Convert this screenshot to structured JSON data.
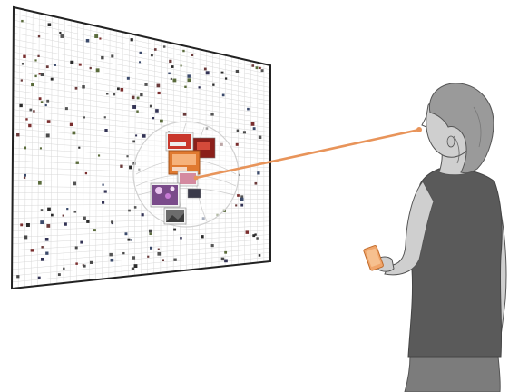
{
  "scene": {
    "background_color": "#ffffff",
    "wall_display": {
      "frame_color": "#222222",
      "grid_color": "#d8d8d8",
      "grid_rows": 44,
      "grid_cols": 40,
      "dot_colors": [
        "#2b2b2b",
        "#4a4a4a",
        "#6b3b3b",
        "#3b4a6b",
        "#5a6b3b",
        "#7a2e2e",
        "#333355",
        "#555555"
      ],
      "focus_lens": "circular-fisheye-lens"
    },
    "photo_cluster": {
      "thumbnails": [
        {
          "name": "thumb-red-car",
          "color": "#c9372c"
        },
        {
          "name": "thumb-orange-highlight",
          "color": "#e07a30"
        },
        {
          "name": "thumb-dark-red",
          "color": "#8a1f1a"
        },
        {
          "name": "thumb-purple-flowers",
          "color": "#7a4b8a"
        },
        {
          "name": "thumb-grey-landscape",
          "color": "#6c6c6c"
        },
        {
          "name": "thumb-pink-sky",
          "color": "#d48aa0"
        }
      ]
    },
    "gaze_ray": {
      "color": "#e8945a",
      "from": "user-eye",
      "to": "selected-photo"
    },
    "person": {
      "hair_color": "#9a9a9a",
      "skin_color": "#cfcfcf",
      "shirt_color": "#5a5a5a",
      "pants_color": "#7c7c7c",
      "outline_color": "#555555"
    },
    "handheld_device": {
      "color": "#f0a56a",
      "type": "phone"
    }
  }
}
